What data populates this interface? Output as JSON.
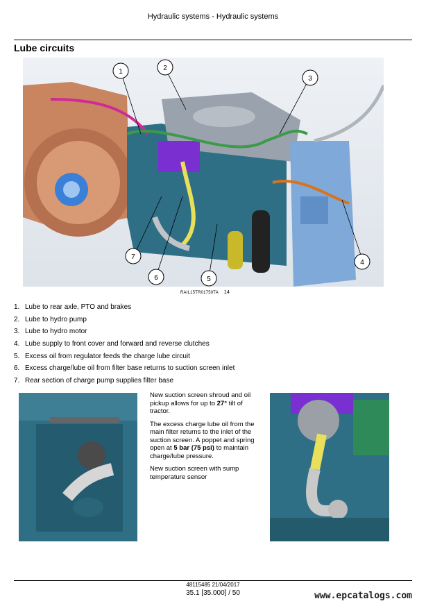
{
  "header": {
    "title": "Hydraulic systems - Hydraulic systems"
  },
  "section": {
    "title": "Lube circuits"
  },
  "figure": {
    "code": "RAIL15TR01750TA",
    "number": "14",
    "callouts": [
      "1",
      "2",
      "3",
      "4",
      "5",
      "6",
      "7"
    ]
  },
  "legend": [
    {
      "num": "1.",
      "text": "Lube to rear axle, PTO and brakes"
    },
    {
      "num": "2.",
      "text": "Lube to hydro pump"
    },
    {
      "num": "3.",
      "text": "Lube to hydro motor"
    },
    {
      "num": "4.",
      "text": "Lube supply to front cover and forward and reverse clutches"
    },
    {
      "num": "5.",
      "text": "Excess oil from regulator feeds the charge lube circuit"
    },
    {
      "num": "6.",
      "text": "Excess charge/lube oil from filter base returns to suction screen inlet"
    },
    {
      "num": "7.",
      "text": "Rear section of charge pump supplies filter base"
    }
  ],
  "notes": {
    "p1_a": "New suction screen shroud and oil pickup allows for up to ",
    "p1_b": "27°",
    "p1_c": " tilt of tractor.",
    "p2_a": "The excess charge lube oil from the main filter returns to the inlet of the suction screen.  A poppet and spring open at ",
    "p2_b": "5 bar (75 psi)",
    "p2_c": " to maintain charge/lube pressure.",
    "p3": "New suction screen with sump temperature sensor"
  },
  "footer": {
    "doc": "48115485 21/04/2017",
    "page": "35.1 [35.000] / 50",
    "watermark": "www.epcatalogs.com"
  },
  "colors": {
    "housing_teal": "#2f6f86",
    "cover_blue": "#7fa9d8",
    "gear_copper": "#c98460",
    "pipe_green": "#3c9a4a",
    "pipe_magenta": "#d02a96",
    "pipe_yellow": "#e8e05a",
    "pipe_orange": "#d8731e",
    "purple_part": "#7a2fd0"
  }
}
